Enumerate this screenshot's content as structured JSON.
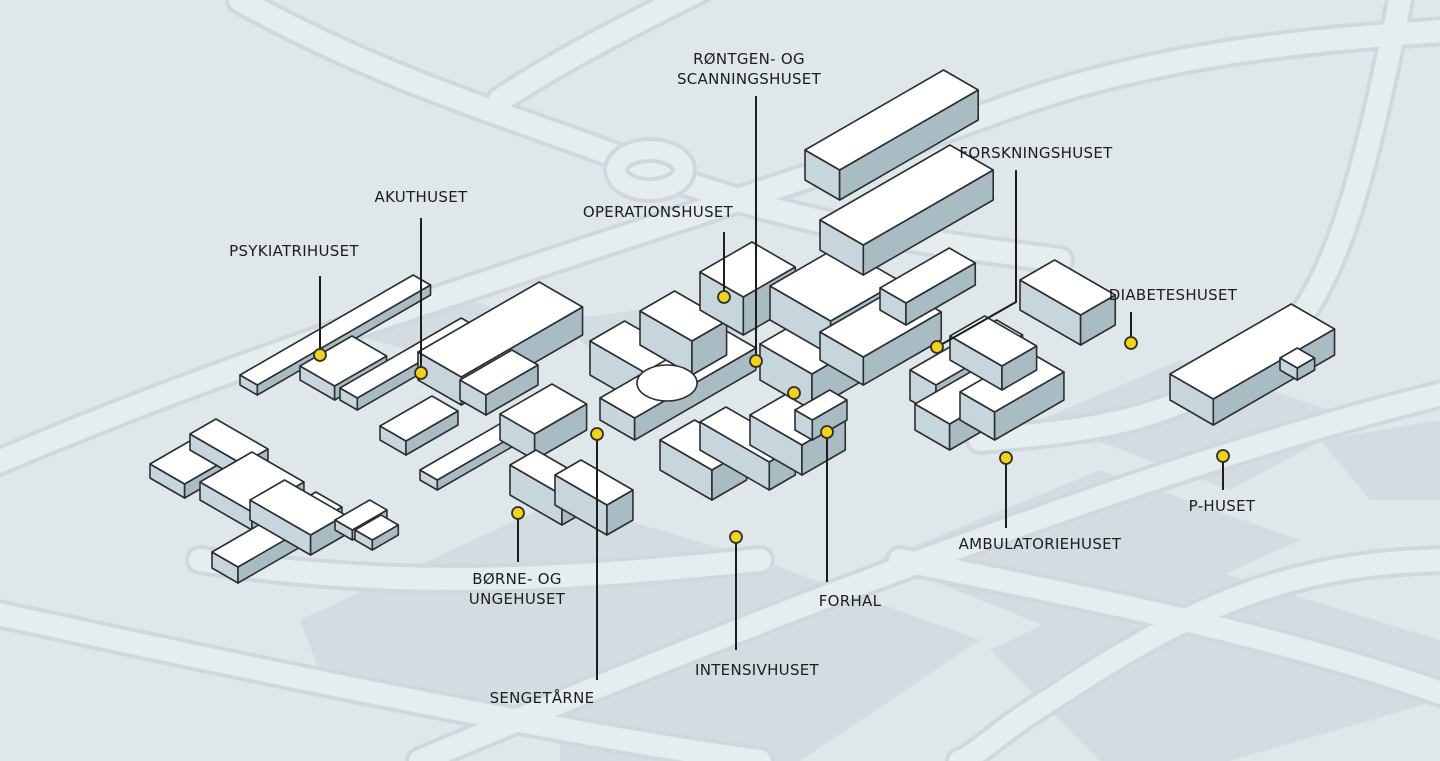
{
  "colors": {
    "background": "#dfe7ea",
    "road": "#e8eef0",
    "road_edge": "#cfdadf",
    "lot": "#c9d5da",
    "building_top": "#ffffff",
    "building_side": "#c7d6dc",
    "building_side_dark": "#a9bcc3",
    "outline": "#2a2f31",
    "pin": "#f6d20f"
  },
  "icons": {
    "marker": "yellow-location-dot"
  },
  "buildings": {
    "psykiatrihuset": {
      "label": [
        "PSYKIATRIHUSET"
      ]
    },
    "akuthuset": {
      "label": [
        "AKUTHUSET"
      ]
    },
    "operationshuset": {
      "label": [
        "OPERATIONSHUSET"
      ]
    },
    "rontgen": {
      "label": [
        "RØNTGEN- OG",
        "SCANNINGSHUSET"
      ]
    },
    "forskningshuset": {
      "label": [
        "FORSKNINGSHUSET"
      ]
    },
    "diabeteshuset": {
      "label": [
        "DIABETESHUSET"
      ]
    },
    "p_huset": {
      "label": [
        "P-HUSET"
      ]
    },
    "ambulatoriehuset": {
      "label": [
        "AMBULATORIEHUSET"
      ]
    },
    "forhal": {
      "label": [
        "FORHAL"
      ]
    },
    "intensivhuset": {
      "label": [
        "INTENSIVHUSET"
      ]
    },
    "sengetarne": {
      "label": [
        "SENGETÅRNE"
      ]
    },
    "borne_ungehuset": {
      "label": [
        "BØRNE- OG",
        "UNGEHUSET"
      ]
    }
  }
}
